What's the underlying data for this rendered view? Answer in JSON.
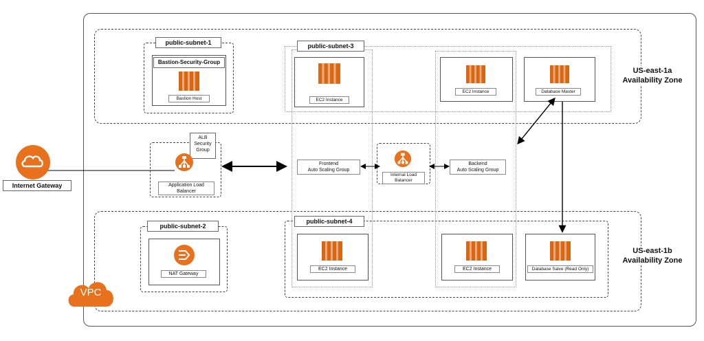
{
  "internet_gateway": {
    "label": "Internet Gateway"
  },
  "vpc": {
    "label": "VPC"
  },
  "zones": {
    "a": {
      "line1": "US-east-1a",
      "line2": "Availability Zone"
    },
    "b": {
      "line1": "US-east-1b",
      "line2": "Availability Zone"
    }
  },
  "subnets": {
    "s1": "public-subnet-1",
    "s2": "public-subnet-2",
    "s3": "public-subnet-3",
    "s4": "public-subnet-4"
  },
  "bastion": {
    "group": "Bastion-Security-Group",
    "host": "Bastion Host"
  },
  "nat": {
    "label": "NAT Gateway"
  },
  "alb": {
    "sg_line1": "ALB",
    "sg_line2": "Security",
    "sg_line3": "Group",
    "lb_line1": "Application Load",
    "lb_line2": "Balancer"
  },
  "frontend_asg": {
    "line1": "Frontend",
    "line2": "Auto Scaling Group"
  },
  "backend_asg": {
    "line1": "Backend",
    "line2": "Auto Scaling Group"
  },
  "internal_lb": {
    "line1": "Internal Load",
    "line2": "Balancer"
  },
  "instances": {
    "fe_top": "EC2 Instance",
    "be_top": "EC2 Instance",
    "fe_bottom": "EC2 Instance",
    "be_bottom": "EC2 Instance"
  },
  "db_master": "Database Master",
  "db_slave": "Database Salve (Read Only)",
  "colors": {
    "aws_orange": "#E8711E",
    "ec2_orange": "#D86613",
    "line": "#000000"
  }
}
